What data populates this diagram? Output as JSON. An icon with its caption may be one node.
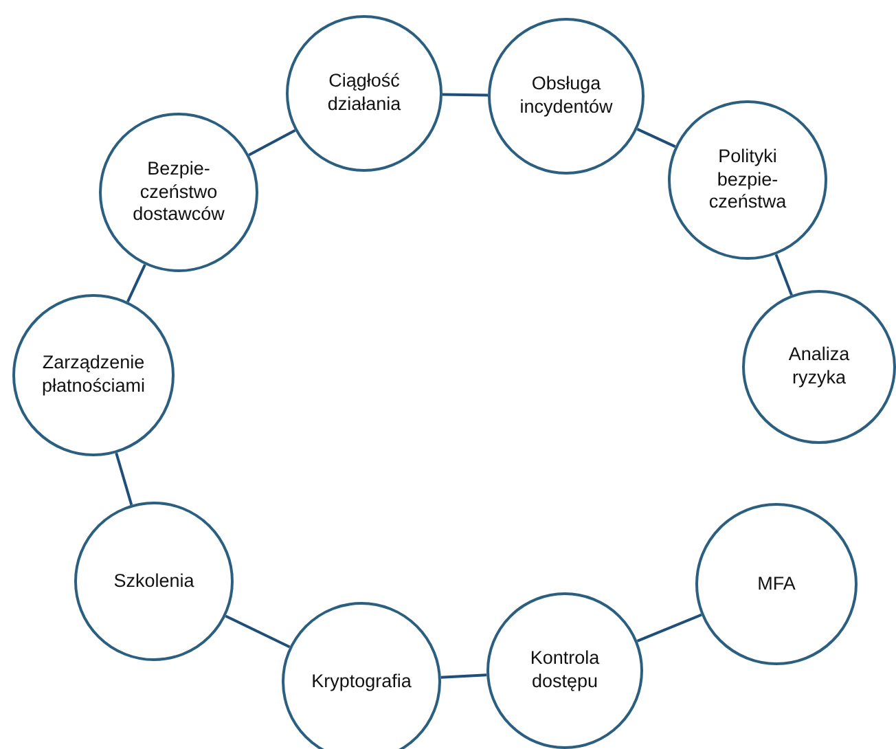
{
  "diagram": {
    "nodes": [
      {
        "text": [
          "Ciągłość działania"
        ]
      },
      {
        "text": [
          "Obsługa incydentów"
        ]
      },
      {
        "text": [
          "Polityki bezpie- czeństwa"
        ]
      },
      {
        "text": [
          "Analiza ryzyka"
        ]
      },
      {
        "text": [
          "MFA"
        ]
      },
      {
        "text": [
          "Kontrola dostępu"
        ]
      },
      {
        "text": [
          "Kryptografia"
        ]
      },
      {
        "text": [
          "Szkolenia"
        ]
      },
      {
        "text": [
          "Zarządzenie płatnościami"
        ]
      },
      {
        "text": [
          "Bezpie- czeństwo dostawców"
        ]
      }
    ],
    "edges": [
      {
        "from": 0,
        "to": 1,
        "arrow": "none"
      },
      {
        "from": 1,
        "to": 2,
        "arrow": "none"
      },
      {
        "from": 2,
        "to": 3,
        "arrow": "none"
      },
      {
        "from": 4,
        "to": 5,
        "arrow": "none"
      },
      {
        "from": 5,
        "to": 6,
        "arrow": "none"
      },
      {
        "from": 6,
        "to": 7,
        "arrow": "none"
      },
      {
        "from": 7,
        "to": 8,
        "arrow": "none"
      },
      {
        "from": 8,
        "to": 9,
        "arrow": "none"
      },
      {
        "from": 9,
        "to": 0,
        "arrow": "none"
      }
    ]
  }
}
